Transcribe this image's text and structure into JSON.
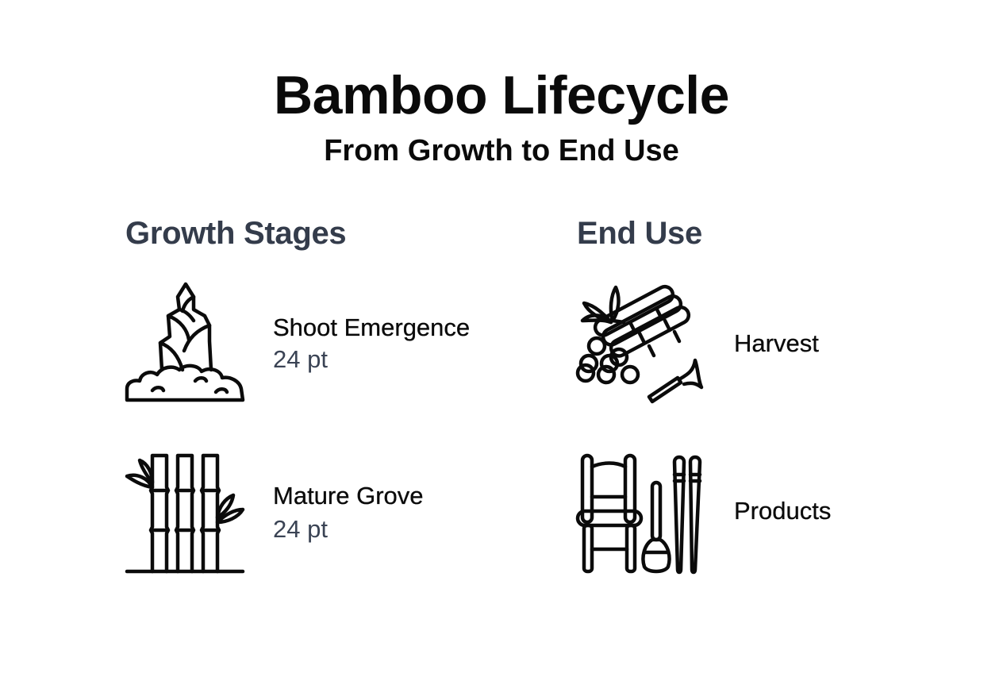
{
  "header": {
    "title": "Bamboo Lifecycle",
    "subtitle": "From Growth to End Use"
  },
  "sections": [
    {
      "heading": "Growth Stages",
      "items": [
        {
          "icon": "bamboo-shoot-icon",
          "label": "Shoot Emergence",
          "sub": "24 pt"
        },
        {
          "icon": "bamboo-grove-icon",
          "label": "Mature Grove",
          "sub": "24 pt"
        }
      ]
    },
    {
      "heading": "End Use",
      "items": [
        {
          "icon": "harvest-bundle-sickle-icon",
          "label": "Harvest"
        },
        {
          "icon": "bamboo-products-icon",
          "label": "Products"
        }
      ]
    }
  ],
  "colors": {
    "title": "#0a0a0a",
    "section_heading": "#343c4b",
    "secondary_text": "#3a4354",
    "icon_stroke": "#0b0b0b",
    "background": "#ffffff"
  }
}
